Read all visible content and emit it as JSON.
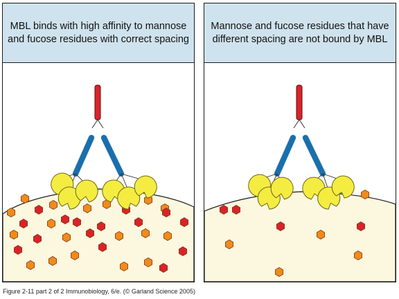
{
  "panels": [
    {
      "title_line1": "MBL binds with high affinity to mannose",
      "title_line2": "and fucose residues with correct spacing"
    },
    {
      "title_line1": "Mannose and fucose residues that have",
      "title_line2": "different spacing are not bound by MBL"
    }
  ],
  "caption": "Figure 2-11 part 2 of 2  Immunobiology, 6/e. (© Garland Science 2005)",
  "colors": {
    "header_bg": "#cfe3ee",
    "cell_surface": "#fcf7df",
    "stalk_red": "#d9232a",
    "arm_blue": "#1e7fc4",
    "crd_yellow": "#f5ec42",
    "mannose_orange": "#f08a1c",
    "fucose_red": "#d9232a"
  }
}
